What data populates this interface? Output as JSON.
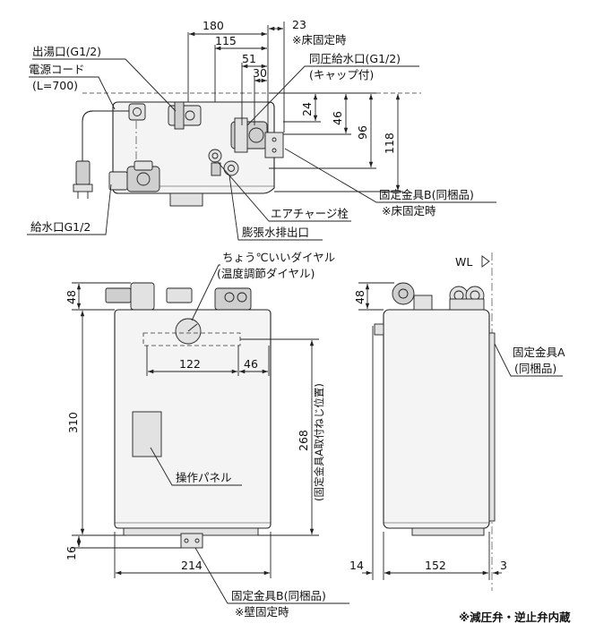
{
  "top_view": {
    "dims": {
      "d180": "180",
      "d23": "23",
      "d115": "115",
      "d51": "51",
      "d30": "30",
      "d24": "24",
      "d46": "46",
      "d96": "96",
      "d118": "118"
    },
    "labels": {
      "floor_fix_top": "※床固定時",
      "hot_outlet": "出湯口(G1/2)",
      "power_cord": "電源コード",
      "power_cord_len": "(L=700)",
      "same_pressure_inlet": "同圧給水口(G1/2)",
      "cap_attached": "(キャップ付)",
      "bracket_b": "固定金具B(同梱品)",
      "floor_fix": "※床固定時",
      "air_charge": "エアチャージ栓",
      "expansion_drain": "膨張水排出口",
      "water_inlet": "給水口G1/2"
    }
  },
  "front_view": {
    "labels": {
      "temp_dial": "ちょう℃いいダイヤル",
      "temp_dial_sub": "(温度調節ダイヤル)",
      "panel": "操作パネル",
      "bracket_a_pos": "(固定金具A取付ねじ位置)",
      "bracket_b": "固定金具B(同梱品)",
      "wall_fix": "※壁固定時"
    },
    "dims": {
      "d48": "48",
      "d122": "122",
      "d46": "46",
      "d310": "310",
      "d268": "268",
      "d16": "16",
      "d214": "214"
    }
  },
  "side_view": {
    "labels": {
      "wl": "WL",
      "bracket_a": "固定金具A",
      "bracket_a_sub": "(同梱品)"
    },
    "dims": {
      "d48": "48",
      "d14": "14",
      "d152": "152",
      "d3": "3"
    }
  },
  "footnote": "※減圧弁・逆止弁内蔵"
}
